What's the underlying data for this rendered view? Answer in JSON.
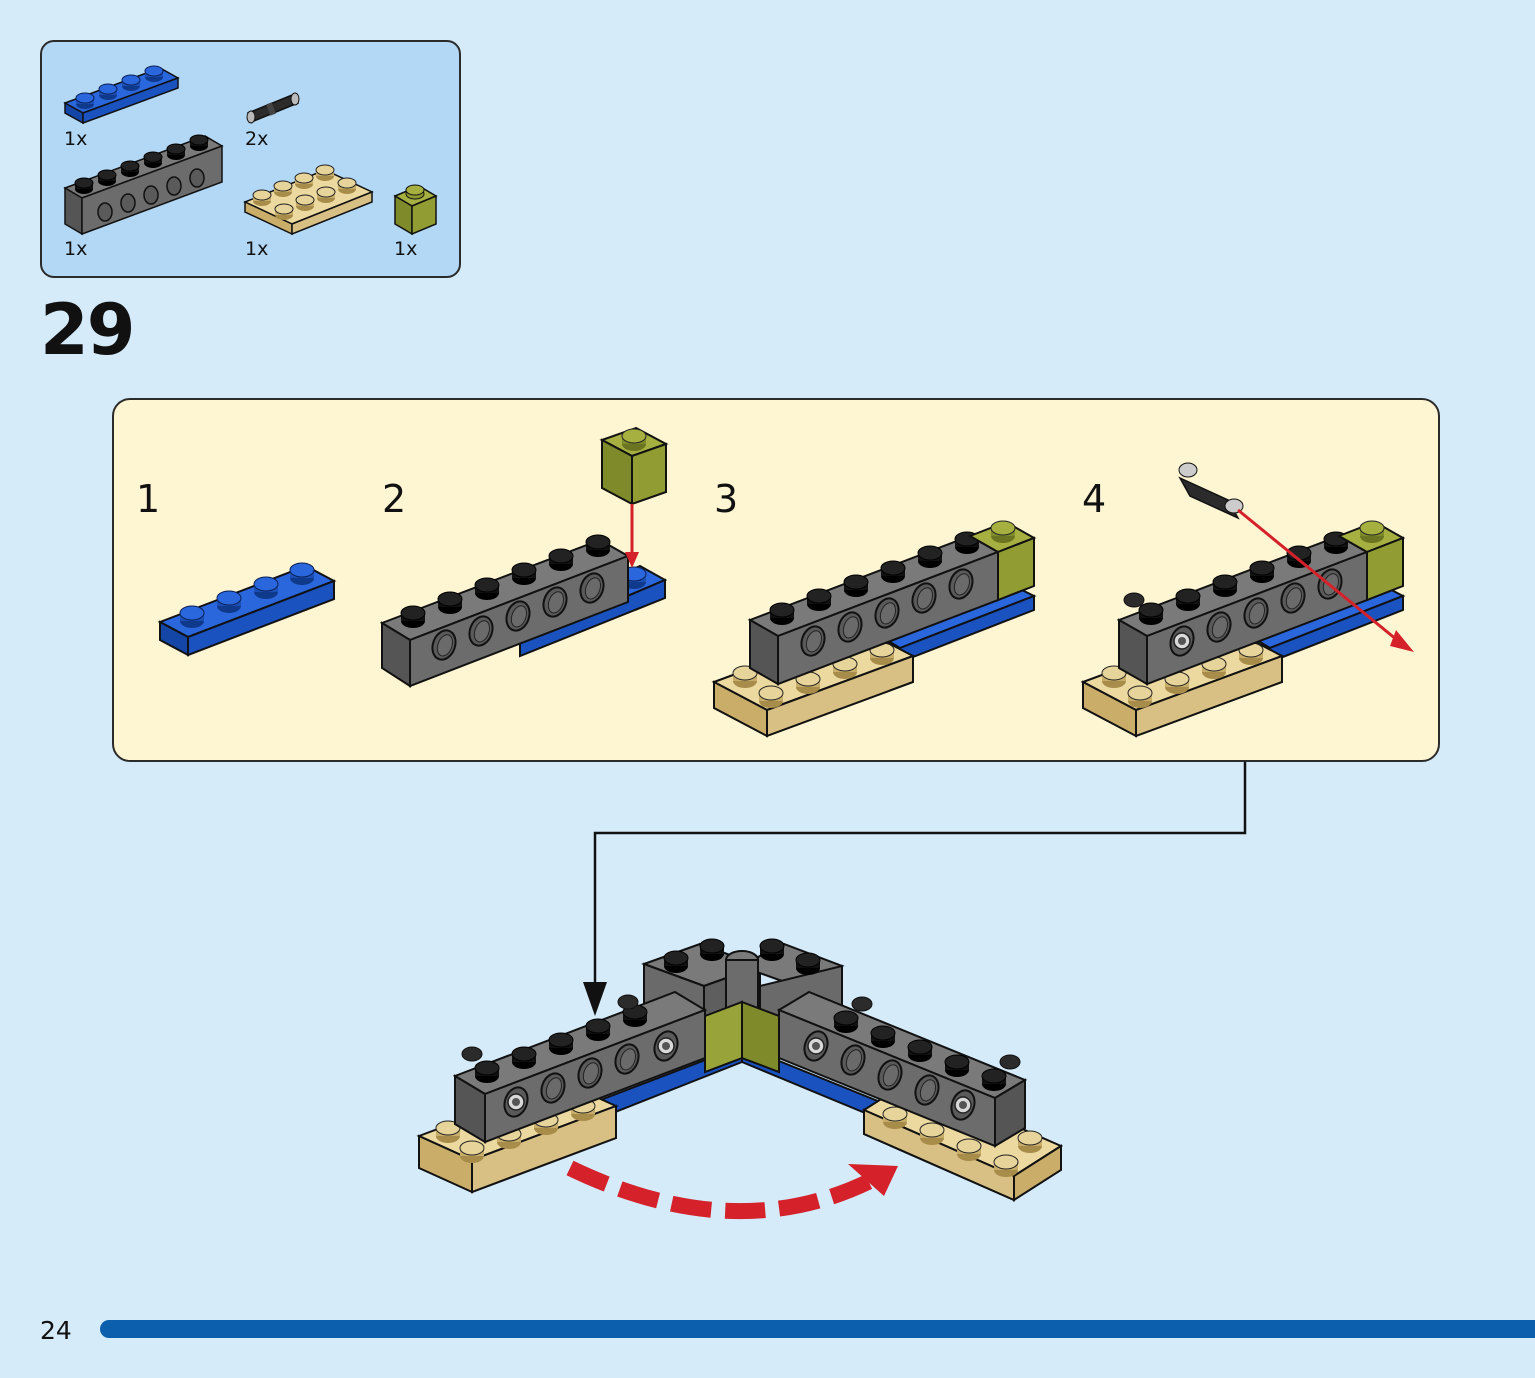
{
  "parts_list": {
    "parts": [
      {
        "name": "blue plate 1x4",
        "qty": "1x"
      },
      {
        "name": "black connector pin",
        "qty": "2x"
      },
      {
        "name": "dark grey technic brick 1x6",
        "qty": "1x"
      },
      {
        "name": "tan plate 2x4",
        "qty": "1x"
      },
      {
        "name": "olive green brick 1x1",
        "qty": "1x"
      }
    ]
  },
  "step": {
    "number": "29"
  },
  "substeps": [
    {
      "label": "1"
    },
    {
      "label": "2"
    },
    {
      "label": "3"
    },
    {
      "label": "4"
    }
  ],
  "colors": {
    "background": "#d5ebfa",
    "parts_box": "#b3d8f5",
    "substep_panel": "#fef6d2",
    "blue_brick": "#1f5fd1",
    "grey_brick": "#707070",
    "tan_plate": "#e3cf93",
    "olive_brick": "#98a43a",
    "arrow_red": "#d4212a",
    "progress": "#0b5fad"
  },
  "footer": {
    "page_number": "24"
  }
}
